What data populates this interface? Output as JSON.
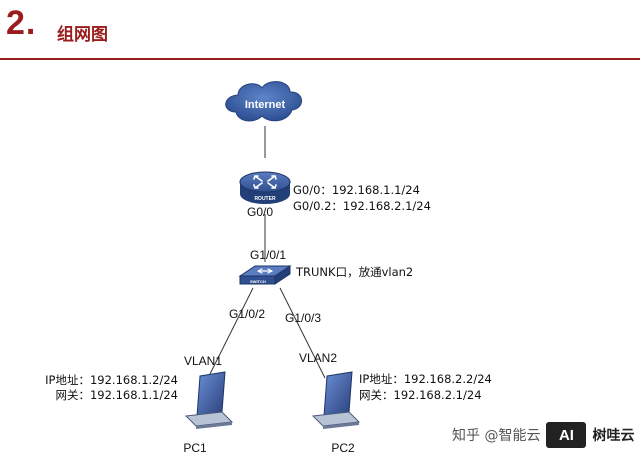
{
  "header": {
    "section_number": "2.",
    "section_title": "组网图"
  },
  "diagram": {
    "cloud_label": "Internet",
    "router": {
      "badge": "ROUTER",
      "port_label": "G0/0",
      "interfaces": [
        "G0/0：192.168.1.1/24",
        "G0/0.2：192.168.2.1/24"
      ]
    },
    "switch": {
      "badge": "SWITCH",
      "uplink_port": "G1/0/1",
      "trunk_note": "TRUNK口，放通vlan2",
      "port_left": "G1/0/2",
      "port_right": "G1/0/3"
    },
    "pc1": {
      "vlan": "VLAN1",
      "ip": "IP地址：192.168.1.2/24",
      "gateway": "网关：192.168.1.1/24",
      "name": "PC1"
    },
    "pc2": {
      "vlan": "VLAN2",
      "ip": "IP地址：192.168.2.2/24",
      "gateway": "网关：192.168.2.1/24",
      "name": "PC2"
    }
  },
  "watermark": {
    "text": "知乎 @智能云",
    "logo_text": "AI",
    "brand": "树哇云"
  },
  "colors": {
    "accent": "#9b1c1c",
    "device_blue": "#2f4f8f",
    "cloud_blue": "#3d63a8"
  }
}
